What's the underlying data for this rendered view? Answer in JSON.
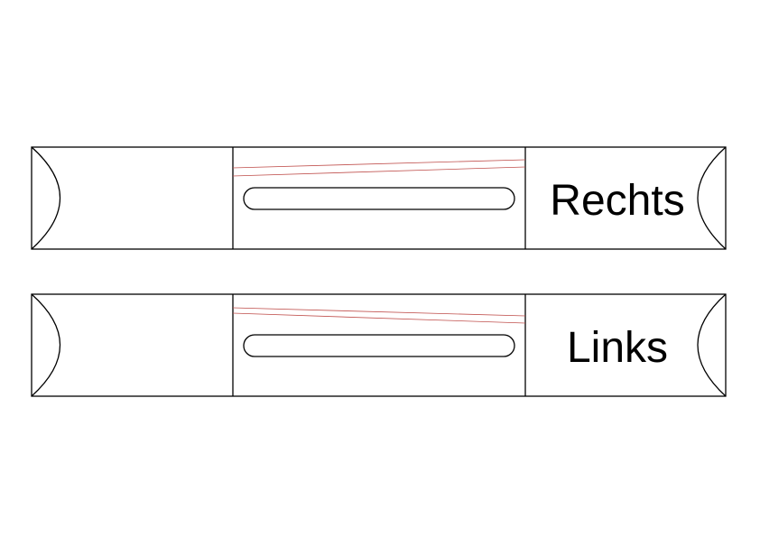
{
  "colors": {
    "outline": "#000000",
    "guide_line": "#c0504d",
    "background": "#ffffff"
  },
  "parts": [
    {
      "id": "rechts",
      "label": "Rechts"
    },
    {
      "id": "links",
      "label": "Links"
    }
  ]
}
